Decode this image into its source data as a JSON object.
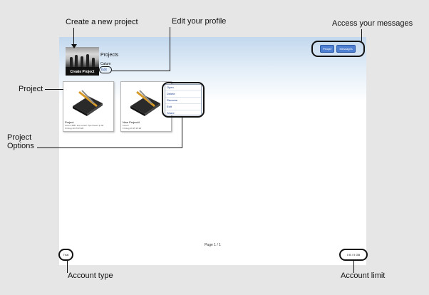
{
  "app": {
    "section_title": "Projects",
    "user_name": "Calum",
    "edit_label": "Edit",
    "create_project_label": "Create Project",
    "top_buttons": [
      "People",
      "Messages"
    ],
    "page_indicator": "Page 1 / 1",
    "account_type": "Trial",
    "account_limit": "0 B / 5 GB"
  },
  "projects": [
    {
      "name": "Project",
      "description": "Lorem 3687 iure Lorem 7ipe theem ip tid",
      "date": "Fri Aug 10 15 15:20"
    },
    {
      "name": "New Project4",
      "description": "Lorem",
      "date": "Fri Aug 10 15 15:20"
    }
  ],
  "project_menu": [
    "Open",
    "Delete",
    "Rename",
    "Edit",
    "Share"
  ],
  "callouts": {
    "create": "Create a new project",
    "profile": "Edit your profile",
    "messages": "Access your messages",
    "project": "Project",
    "options": "Project\nOptions",
    "account_type": "Account type",
    "account_limit": "Account limit"
  }
}
